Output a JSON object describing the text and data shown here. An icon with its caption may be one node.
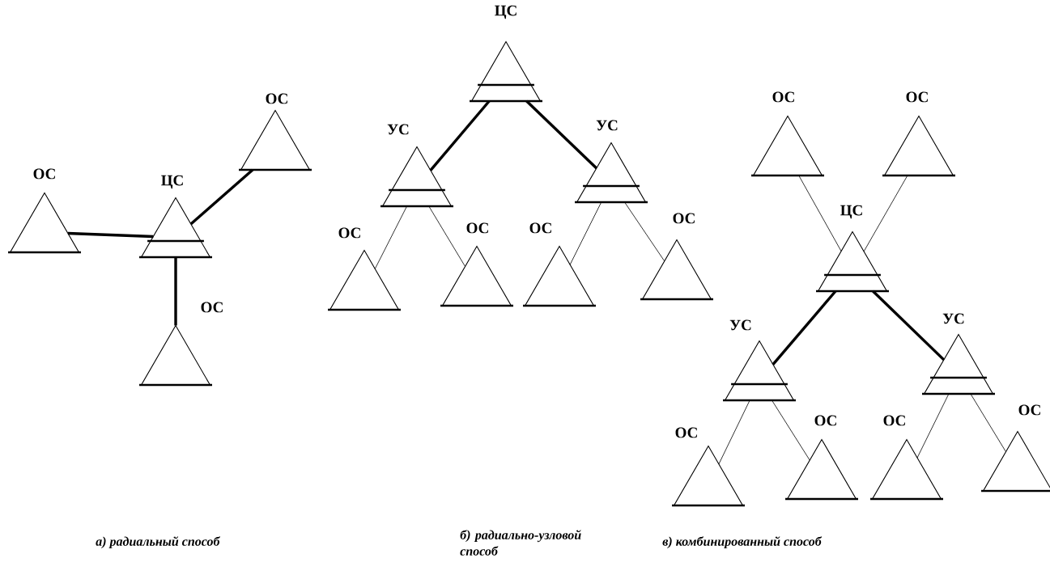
{
  "diagram": {
    "nodes": [
      {
        "text": [
          "ЦС"
        ]
      },
      {
        "text": [
          "ОС"
        ]
      },
      {
        "text": [
          "ОС"
        ]
      },
      {
        "text": [
          "ОС"
        ]
      },
      {
        "text": [
          "ЦС"
        ]
      },
      {
        "text": [
          "УС"
        ]
      },
      {
        "text": [
          "УС"
        ]
      },
      {
        "text": [
          "ОС"
        ]
      },
      {
        "text": [
          "ОС"
        ]
      },
      {
        "text": [
          "ОС"
        ]
      },
      {
        "text": [
          "ОС"
        ]
      },
      {
        "text": [
          "ОС"
        ]
      },
      {
        "text": [
          "ОС"
        ]
      },
      {
        "text": [
          "ЦС"
        ]
      },
      {
        "text": [
          "УС"
        ]
      },
      {
        "text": [
          "УС"
        ]
      },
      {
        "text": [
          "ОС"
        ]
      },
      {
        "text": [
          "ОС"
        ]
      },
      {
        "text": [
          "ОС"
        ]
      },
      {
        "text": [
          "ОС"
        ]
      }
    ],
    "edges": [
      {
        "from": 1,
        "to": 0,
        "arrow": "none",
        "style": "thick"
      },
      {
        "from": 0,
        "to": 2,
        "arrow": "none",
        "style": "thick"
      },
      {
        "from": 0,
        "to": 3,
        "arrow": "none",
        "style": "thick"
      },
      {
        "from": 4,
        "to": 5,
        "arrow": "none",
        "style": "thick"
      },
      {
        "from": 4,
        "to": 6,
        "arrow": "none",
        "style": "thick"
      },
      {
        "from": 5,
        "to": 7,
        "arrow": "none"
      },
      {
        "from": 5,
        "to": 8,
        "arrow": "none"
      },
      {
        "from": 6,
        "to": 9,
        "arrow": "none"
      },
      {
        "from": 6,
        "to": 10,
        "arrow": "none"
      },
      {
        "from": 11,
        "to": 13,
        "arrow": "none"
      },
      {
        "from": 12,
        "to": 13,
        "arrow": "none"
      },
      {
        "from": 13,
        "to": 14,
        "arrow": "none",
        "style": "thick"
      },
      {
        "from": 13,
        "to": 15,
        "arrow": "none",
        "style": "thick"
      },
      {
        "from": 14,
        "to": 16,
        "arrow": "none"
      },
      {
        "from": 14,
        "to": 17,
        "arrow": "none"
      },
      {
        "from": 15,
        "to": 18,
        "arrow": "none"
      },
      {
        "from": 15,
        "to": 19,
        "arrow": "none"
      }
    ],
    "labels": [
      "а) радиальный способ",
      "б) радиально-узловой способ",
      "в) комбинированный способ"
    ]
  }
}
